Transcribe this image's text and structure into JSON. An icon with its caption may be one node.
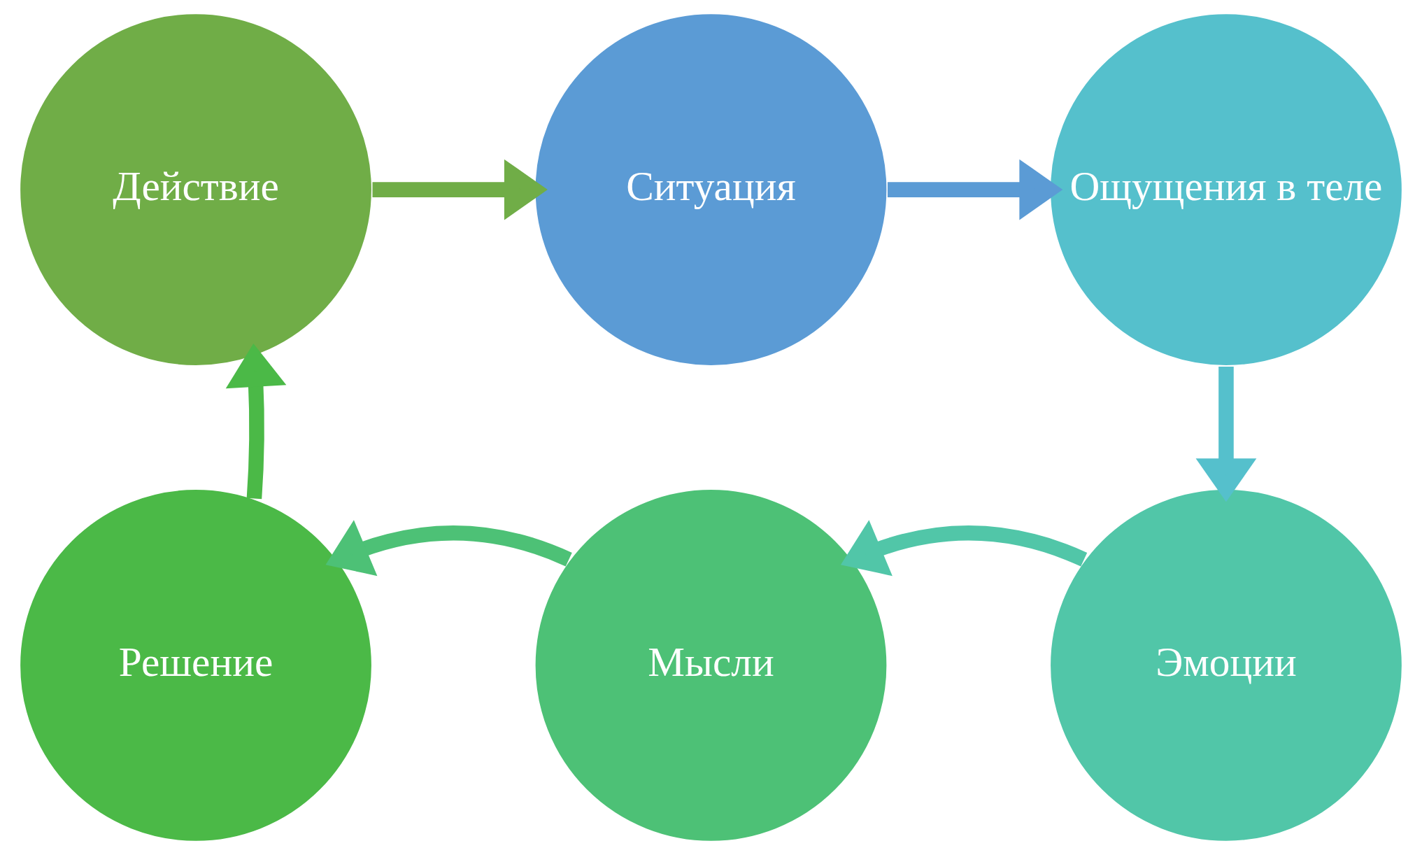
{
  "diagram": {
    "nodes": [
      {
        "text": [
          "Действие"
        ]
      },
      {
        "text": [
          "Ситуация"
        ]
      },
      {
        "text": [
          "Ощущения в теле"
        ]
      },
      {
        "text": [
          "Решение"
        ]
      },
      {
        "text": [
          "Мысли"
        ]
      },
      {
        "text": [
          "Эмоции"
        ]
      }
    ],
    "edges": [
      {
        "from": 0,
        "to": 1,
        "arrow": "to",
        "color": "#70ad47"
      },
      {
        "from": 1,
        "to": 2,
        "arrow": "to",
        "color": "#5b9bd5"
      },
      {
        "from": 2,
        "to": 5,
        "arrow": "to",
        "color": "#55c0cc"
      },
      {
        "from": 5,
        "to": 4,
        "arrow": "to",
        "color": "#51c6a8"
      },
      {
        "from": 4,
        "to": 3,
        "arrow": "to",
        "color": "#4dc176"
      },
      {
        "from": 3,
        "to": 0,
        "arrow": "to",
        "color": "#4bb947"
      }
    ]
  }
}
